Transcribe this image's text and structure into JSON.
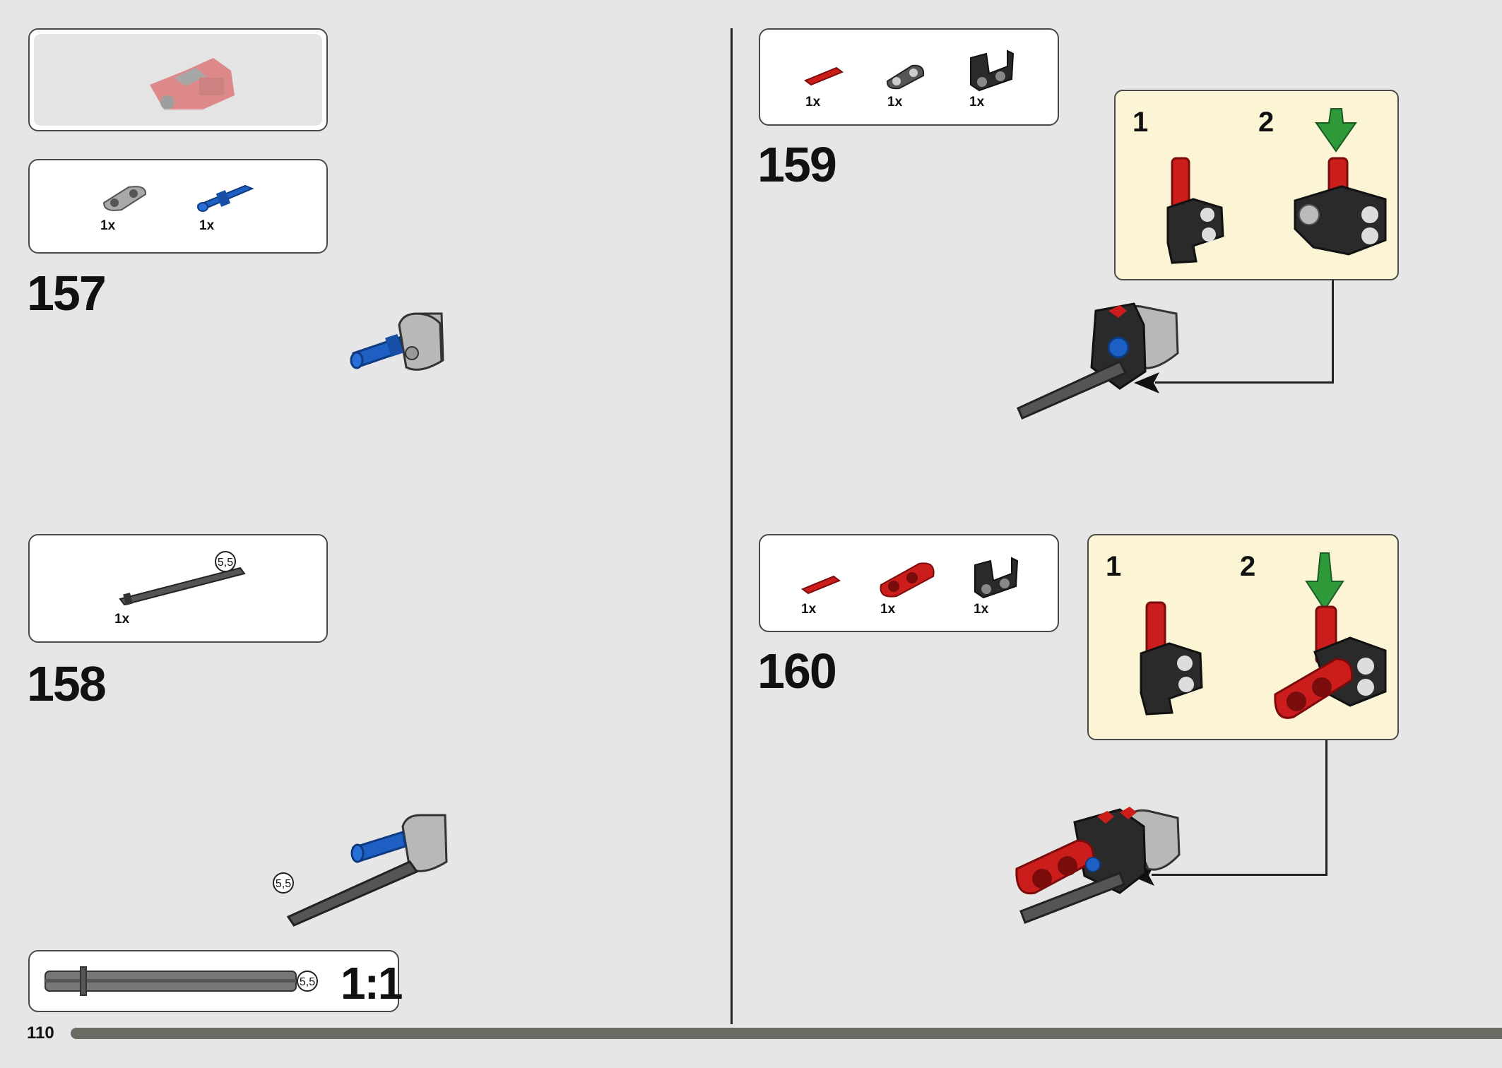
{
  "page": {
    "number": "110"
  },
  "steps": [
    {
      "id": "preview",
      "parts": []
    },
    {
      "id": "157",
      "number": "157",
      "parts": [
        {
          "icon": "grey-beam-connector-icon",
          "qty": "1x"
        },
        {
          "icon": "blue-axle-pin-icon",
          "qty": "1x"
        }
      ]
    },
    {
      "id": "158",
      "number": "158",
      "parts": [
        {
          "icon": "dark-grey-axle-icon",
          "qty": "1x",
          "length": "5,5"
        }
      ],
      "callout_length": "5,5"
    },
    {
      "id": "159",
      "number": "159",
      "parts": [
        {
          "icon": "red-axle-icon",
          "qty": "1x"
        },
        {
          "icon": "dark-grey-connector-icon",
          "qty": "1x"
        },
        {
          "icon": "black-bracket-icon",
          "qty": "1x"
        }
      ],
      "substeps": [
        "1",
        "2"
      ]
    },
    {
      "id": "160",
      "number": "160",
      "parts": [
        {
          "icon": "red-axle-icon",
          "qty": "1x"
        },
        {
          "icon": "red-beam-icon",
          "qty": "1x"
        },
        {
          "icon": "black-bracket-icon",
          "qty": "1x"
        }
      ],
      "substeps": [
        "1",
        "2"
      ]
    }
  ],
  "scale_box": {
    "length": "5,5",
    "ratio": "1:1"
  },
  "colors": {
    "page_bg": "#e6e6e6",
    "callout_bg": "#fbf5d6",
    "lego_red": "#cc1d1d",
    "lego_blue": "#1e5fc4",
    "lego_black": "#2a2a2a",
    "lego_grey": "#a9a9a9",
    "arrow_green": "#2e9a3a"
  }
}
